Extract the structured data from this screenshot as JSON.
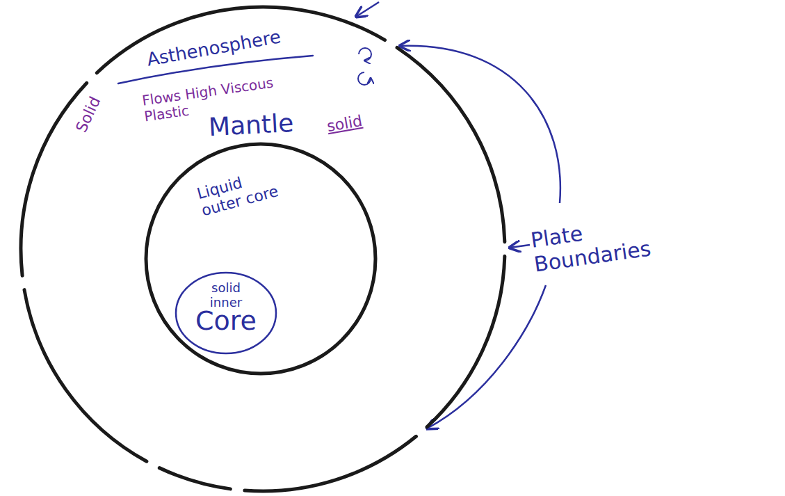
{
  "diagram": {
    "nodes": [
      {
        "text": [
          "Asthenosphere",
          "Flows High Viscous Plastic",
          "Solid",
          "Mantle",
          "solid"
        ]
      },
      {
        "text": [
          "Liquid outer core"
        ],
        "in": 0
      },
      {
        "text": [
          "solid inner",
          "Core"
        ],
        "in": 1
      }
    ],
    "labels": [
      "Plate Boundaries"
    ]
  }
}
